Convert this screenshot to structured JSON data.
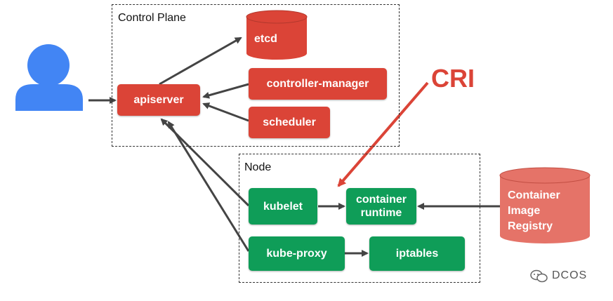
{
  "control_plane": {
    "title": "Control Plane",
    "components": {
      "etcd": "etcd",
      "apiserver": "apiserver",
      "controller_manager": "controller-manager",
      "scheduler": "scheduler"
    }
  },
  "node": {
    "title": "Node",
    "components": {
      "kubelet": "kubelet",
      "container_runtime": "container runtime",
      "kube_proxy": "kube-proxy",
      "iptables": "iptables"
    }
  },
  "registry": {
    "label": "Container Image Registry"
  },
  "callout": {
    "label": "CRI"
  },
  "watermark": {
    "label": "DCOS"
  },
  "colors": {
    "control_plane": "#db4437",
    "node": "#0f9d58",
    "registry": "#e57368",
    "user": "#4285f4",
    "arrow": "#555555",
    "callout": "#db4437"
  },
  "icons": {
    "user": "user-icon",
    "watermark": "wechat-icon"
  }
}
